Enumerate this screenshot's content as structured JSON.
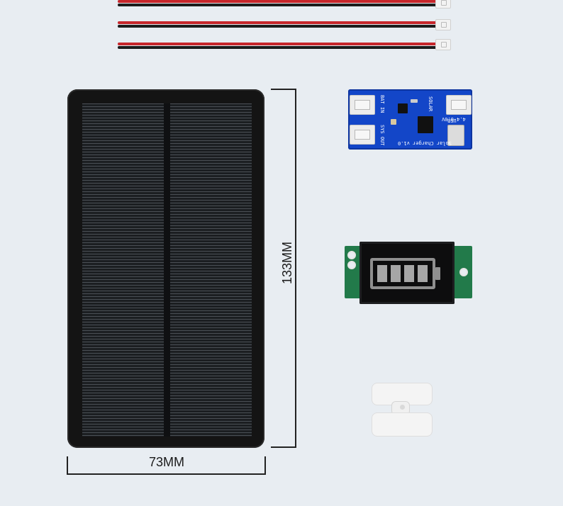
{
  "image": {
    "items": [
      "three-jst-cables",
      "solar-panel",
      "solar-charger-board",
      "battery-indicator-module",
      "mounting-clips"
    ]
  },
  "dimensions": {
    "height_label": "133MM",
    "width_label": "73MM"
  },
  "charger_board": {
    "title_text": "Solar Charger v1.0",
    "input_text": "4.4-6.0V",
    "port_labels": [
      "BAT IN",
      "SOLAR",
      "SYS OUT",
      "USB"
    ]
  },
  "battery_indicator": {
    "level_fraction": 1.0,
    "segments_filled": 4,
    "segments_total": 4
  },
  "colors": {
    "background": "#e8edf2",
    "wire_red": "#c7262b",
    "wire_black": "#1c1c1c",
    "pcb_blue": "#1346c8",
    "pcb_green": "#227a4a"
  }
}
